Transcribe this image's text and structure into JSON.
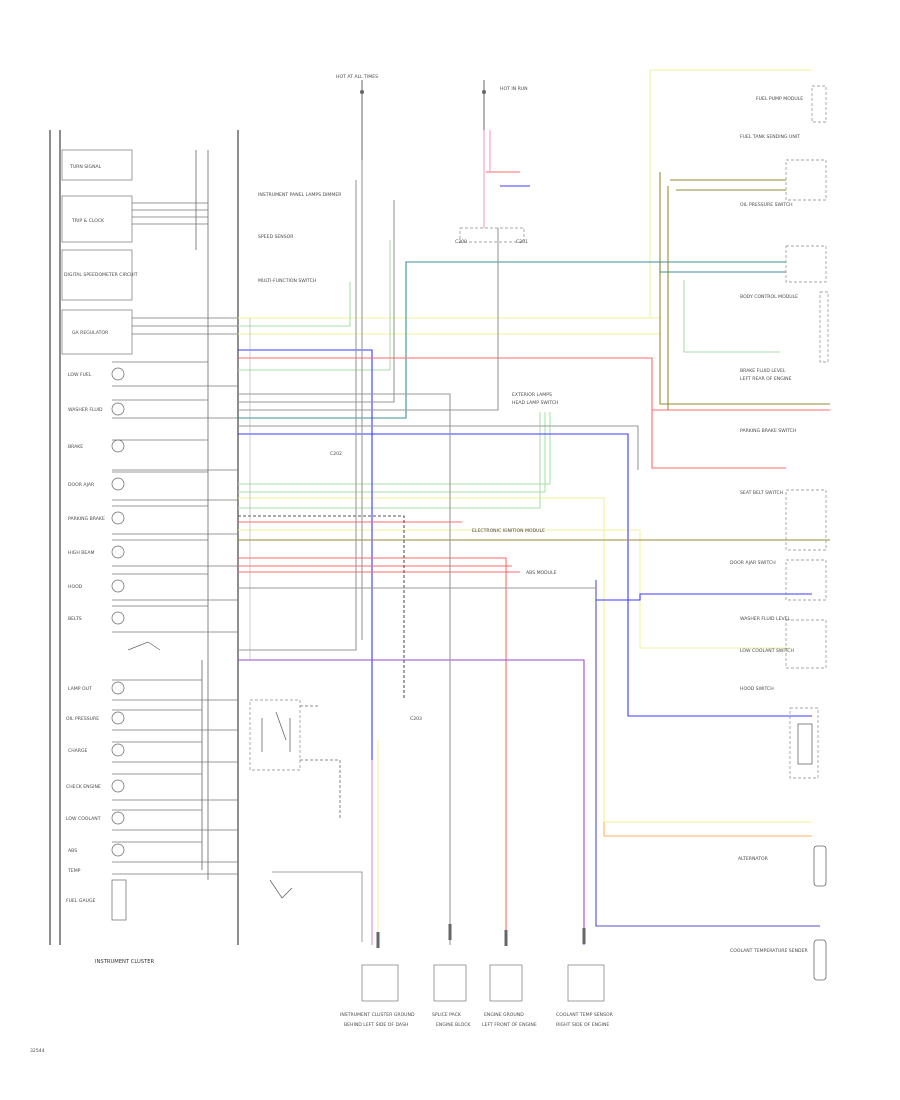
{
  "cluster": {
    "title": "INSTRUMENT CLUSTER",
    "blocks": [
      "TURN SIGNAL",
      "TRIP & CLOCK",
      "DIGITAL SPEEDOMETER CIRCUIT",
      "GA REGULATOR"
    ],
    "lamps": [
      "LOW FUEL",
      "WASHER FLUID",
      "BRAKE",
      "DOOR AJAR",
      "PARKING BRAKE",
      "HIGH BEAM",
      "HOOD",
      "BELTS",
      "LAMP OUT",
      "OIL PRESSURE",
      "CHARGE",
      "CHECK ENGINE",
      "LOW COOLANT",
      "ABS",
      "TEMP",
      "FUEL GAUGE"
    ]
  },
  "top": {
    "hot_at_all": "HOT AT ALL TIMES",
    "hot_in_run": "HOT IN RUN"
  },
  "labels": {
    "connectors": [
      "C200",
      "C201",
      "C202",
      "C203"
    ],
    "left_mid": [
      "INSTRUMENT PANEL LAMPS DIMMER",
      "SPEED SENSOR",
      "MULTI-FUNCTION SWITCH"
    ],
    "mid_right": [
      "EXTERIOR LAMPS",
      "HEAD LAMP SWITCH",
      "ELECTRONIC IGNITION MODULE",
      "ABS MODULE"
    ],
    "right_components": [
      "FUEL PUMP MODULE",
      "FUEL TANK SENDING UNIT",
      "OIL PRESSURE SWITCH",
      "BODY CONTROL MODULE",
      "BRAKE FLUID LEVEL",
      "LEFT REAR OF ENGINE",
      "PARKING BRAKE SWITCH",
      "SEAT BELT SWITCH",
      "DOOR AJAR SWITCH",
      "WASHER FLUID LEVEL",
      "LOW COOLANT SWITCH",
      "HOOD SWITCH",
      "ALTERNATOR",
      "COOLANT TEMPERATURE SENDER"
    ],
    "bottom_components": [
      "INSTRUMENT CLUSTER GROUND",
      "SPLICE PACK",
      "ENGINE GROUND",
      "COOLANT TEMP SENSOR"
    ],
    "bottom_sub": [
      "BEHIND LEFT SIDE OF DASH",
      "ENGINE BLOCK",
      "LEFT FRONT OF ENGINE",
      "RIGHT SIDE OF ENGINE"
    ],
    "page_number": "32544"
  },
  "wire_colors": {
    "yellow": "#f2f29a",
    "green": "#a8e2a8",
    "blue": "#3b3bff",
    "teal": "#3c8c9c",
    "red": "#ff6b6b",
    "pink": "#f2a0c8",
    "gray": "#9a9a9a",
    "orange": "#ffb266",
    "olive": "#9a8a3a",
    "purple": "#9a4ad0"
  }
}
